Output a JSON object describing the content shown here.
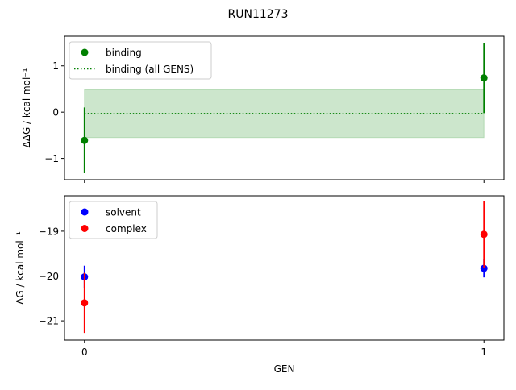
{
  "title": "RUN11273",
  "chart_data": [
    {
      "type": "scatter",
      "ylabel": "ΔΔG / kcal mol⁻¹",
      "ylim": [
        -1.46,
        1.64
      ],
      "xlim": [
        -0.05,
        1.05
      ],
      "yticks": [
        1,
        0,
        -1
      ],
      "ytick_labels": [
        "1",
        "0",
        "−1"
      ],
      "xticks": [
        0,
        1
      ],
      "legend_position": "upper-left",
      "series": [
        {
          "name": "binding",
          "kind": "errorbar",
          "color": "#008000",
          "x": [
            0,
            1
          ],
          "y": [
            -0.61,
            0.74
          ],
          "err": [
            0.71,
            0.76
          ]
        },
        {
          "name": "binding (all GENS)",
          "kind": "line-band",
          "color": "#008000",
          "x": [
            0,
            1
          ],
          "y": -0.03,
          "band": [
            -0.55,
            0.49
          ]
        }
      ]
    },
    {
      "type": "scatter",
      "ylabel": "ΔG / kcal mol⁻¹",
      "xlabel": "GEN",
      "ylim": [
        -21.43,
        -18.21
      ],
      "xlim": [
        -0.05,
        1.05
      ],
      "yticks": [
        -19,
        -20,
        -21
      ],
      "ytick_labels": [
        "−19",
        "−20",
        "−21"
      ],
      "xticks": [
        0,
        1
      ],
      "xtick_labels": [
        "0",
        "1"
      ],
      "legend_position": "upper-left",
      "series": [
        {
          "name": "solvent",
          "kind": "errorbar",
          "color": "#0000ff",
          "x": [
            0,
            1
          ],
          "y": [
            -20.02,
            -19.83
          ],
          "err": [
            0.25,
            0.2
          ]
        },
        {
          "name": "complex",
          "kind": "errorbar",
          "color": "#ff0000",
          "x": [
            0,
            1
          ],
          "y": [
            -20.6,
            -19.07
          ],
          "err": [
            0.67,
            0.74
          ]
        }
      ]
    }
  ]
}
